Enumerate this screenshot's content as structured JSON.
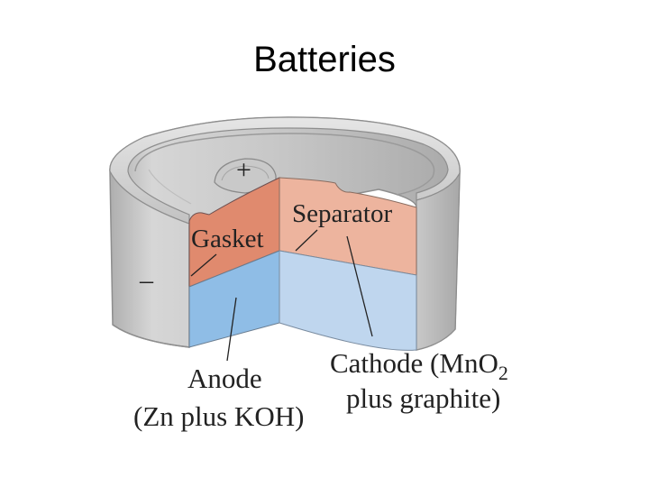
{
  "slide": {
    "title": "Batteries"
  },
  "diagram": {
    "labels": {
      "plus": "+",
      "minus": "–",
      "gasket": "Gasket",
      "separator": "Separator",
      "anode": "Anode",
      "anode_detail": "(Zn plus KOH)",
      "cathode": "Cathode (MnO",
      "cathode_subscript": "2",
      "cathode_detail": "plus graphite)"
    },
    "colors": {
      "anode": "#8fbde6",
      "cathode_blue": "#bfd6ee",
      "gasket_orange": "#e08a6e",
      "separator_peach": "#edb49e",
      "casing": "#d2d2d2"
    }
  }
}
